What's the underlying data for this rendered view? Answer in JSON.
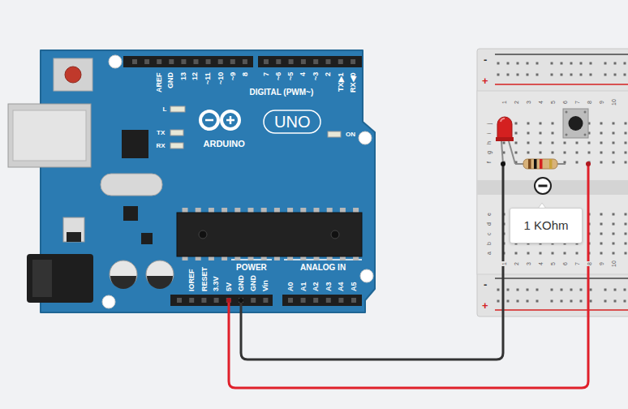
{
  "diagram": {
    "nodes": [
      {
        "text": [
          "1 KOhm"
        ]
      }
    ],
    "labels": [
      "AREF",
      "GND",
      "13",
      "12",
      "~11",
      "~10",
      "~9",
      "8",
      "7",
      "~6",
      "~5",
      "4",
      "~3",
      "2",
      "TX▶1",
      "RX◀0",
      "DIGITAL (PWM~)",
      "L",
      "TX",
      "RX",
      "UNO",
      "ON",
      "ARDUINO",
      "POWER",
      "ANALOG IN",
      "IOREF",
      "RESET",
      "3.3V",
      "5V",
      "GND",
      "GND",
      "Vin",
      "A0",
      "A1",
      "A2",
      "A3",
      "A4",
      "A5",
      "-",
      "+",
      "1",
      "2",
      "3",
      "4",
      "5",
      "6",
      "7",
      "8",
      "9",
      "10",
      "j",
      "i",
      "h",
      "g",
      "f",
      "e",
      "d",
      "c",
      "b",
      "a",
      "1",
      "2",
      "3",
      "4",
      "5",
      "6",
      "7",
      "8",
      "9",
      "10",
      "-",
      "+"
    ]
  }
}
